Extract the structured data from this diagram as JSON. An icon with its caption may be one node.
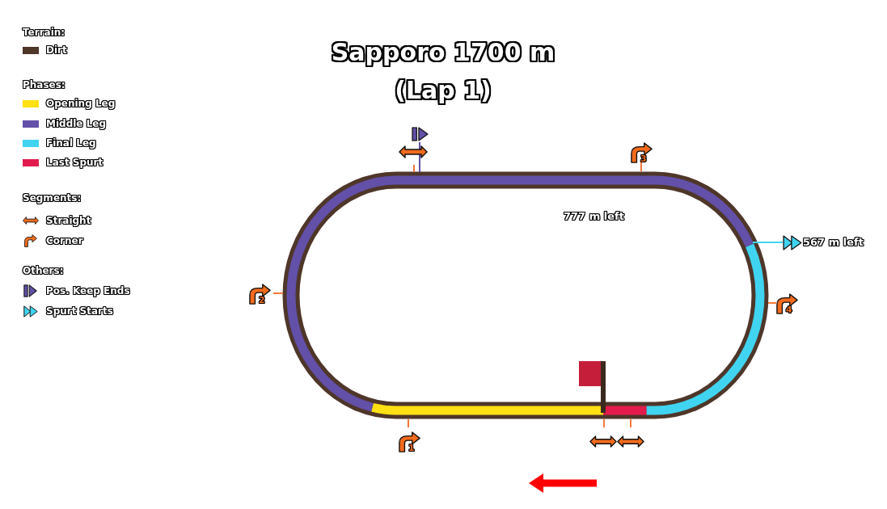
{
  "diagram": {
    "title": "Sapporo 1700 m (Lap 1)",
    "labels": [
      "Terrain:",
      "Phases:",
      "Segments:",
      "Others:",
      "3",
      "777 m left",
      "567 m left",
      "2",
      "4",
      "1"
    ],
    "legend": [
      {
        "text": "Dirt",
        "color": "#4e3629"
      },
      {
        "text": "Opening Leg",
        "color": "#ffe014"
      },
      {
        "text": "Middle Leg",
        "color": "#6350a8"
      },
      {
        "text": "Final Leg",
        "color": "#40d4f0"
      },
      {
        "text": "Last Spurt",
        "color": "#e31b4d"
      },
      {
        "text": "Straight"
      },
      {
        "text": "Corner"
      },
      {
        "text": "Pos. Keep Ends"
      },
      {
        "text": "Spurt Starts"
      }
    ]
  }
}
